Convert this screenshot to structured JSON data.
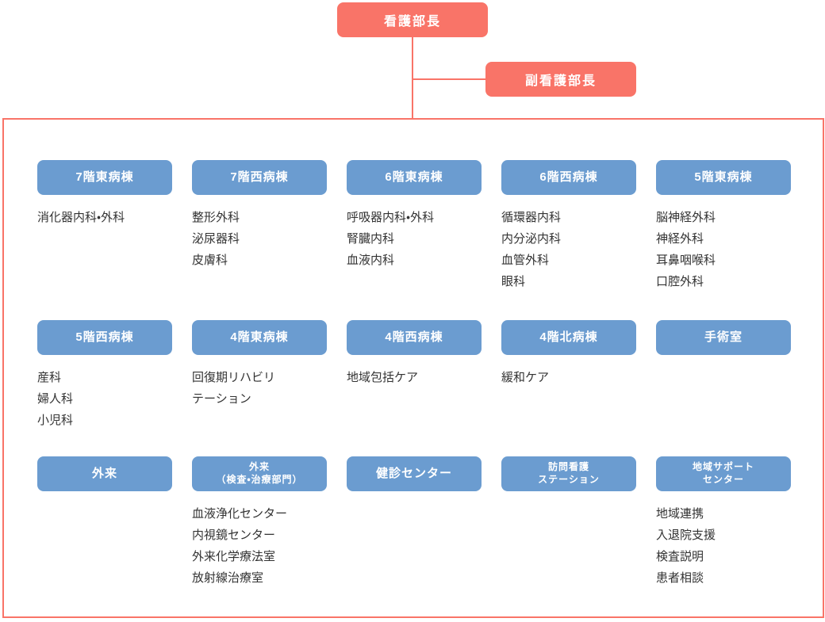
{
  "colors": {
    "accent_red": "#F97468",
    "accent_blue": "#6B9CD0",
    "list_text": "#333333"
  },
  "org": {
    "director_label": "看護部長",
    "deputy_director_label": "副看護部長"
  },
  "departments": [
    {
      "title": "7階東病棟",
      "items": [
        "消化器内科・外科"
      ]
    },
    {
      "title": "7階西病棟",
      "items": [
        "整形外科",
        "泌尿器科",
        "皮膚科"
      ]
    },
    {
      "title": "6階東病棟",
      "items": [
        "呼吸器内科・外科",
        "腎臓内科",
        "血液内科"
      ]
    },
    {
      "title": "6階西病棟",
      "items": [
        "循環器内科",
        "内分泌内科",
        "血管外科",
        "眼科"
      ]
    },
    {
      "title": "5階東病棟",
      "items": [
        "脳神経外科",
        "神経外科",
        "耳鼻咽喉科",
        "口腔外科"
      ]
    },
    {
      "title": "5階西病棟",
      "items": [
        "産科",
        "婦人科",
        "小児科"
      ]
    },
    {
      "title": "4階東病棟",
      "items": [
        "回復期リハビリ\nテーション"
      ]
    },
    {
      "title": "4階西病棟",
      "items": [
        "地域包括ケア"
      ]
    },
    {
      "title": "4階北病棟",
      "items": [
        "緩和ケア"
      ]
    },
    {
      "title": "手術室",
      "items": []
    },
    {
      "title": "外来",
      "items": []
    },
    {
      "title": "外来\n（検査・治療部門）",
      "items": [
        "血液浄化センター",
        "内視鏡センター",
        "外来化学療法室",
        "放射線治療室"
      ]
    },
    {
      "title": "健診センター",
      "items": []
    },
    {
      "title": "訪問看護\nステーション",
      "items": []
    },
    {
      "title": "地域サポート\nセンター",
      "items": [
        "地域連携",
        "入退院支援",
        "検査説明",
        "患者相談"
      ]
    }
  ]
}
